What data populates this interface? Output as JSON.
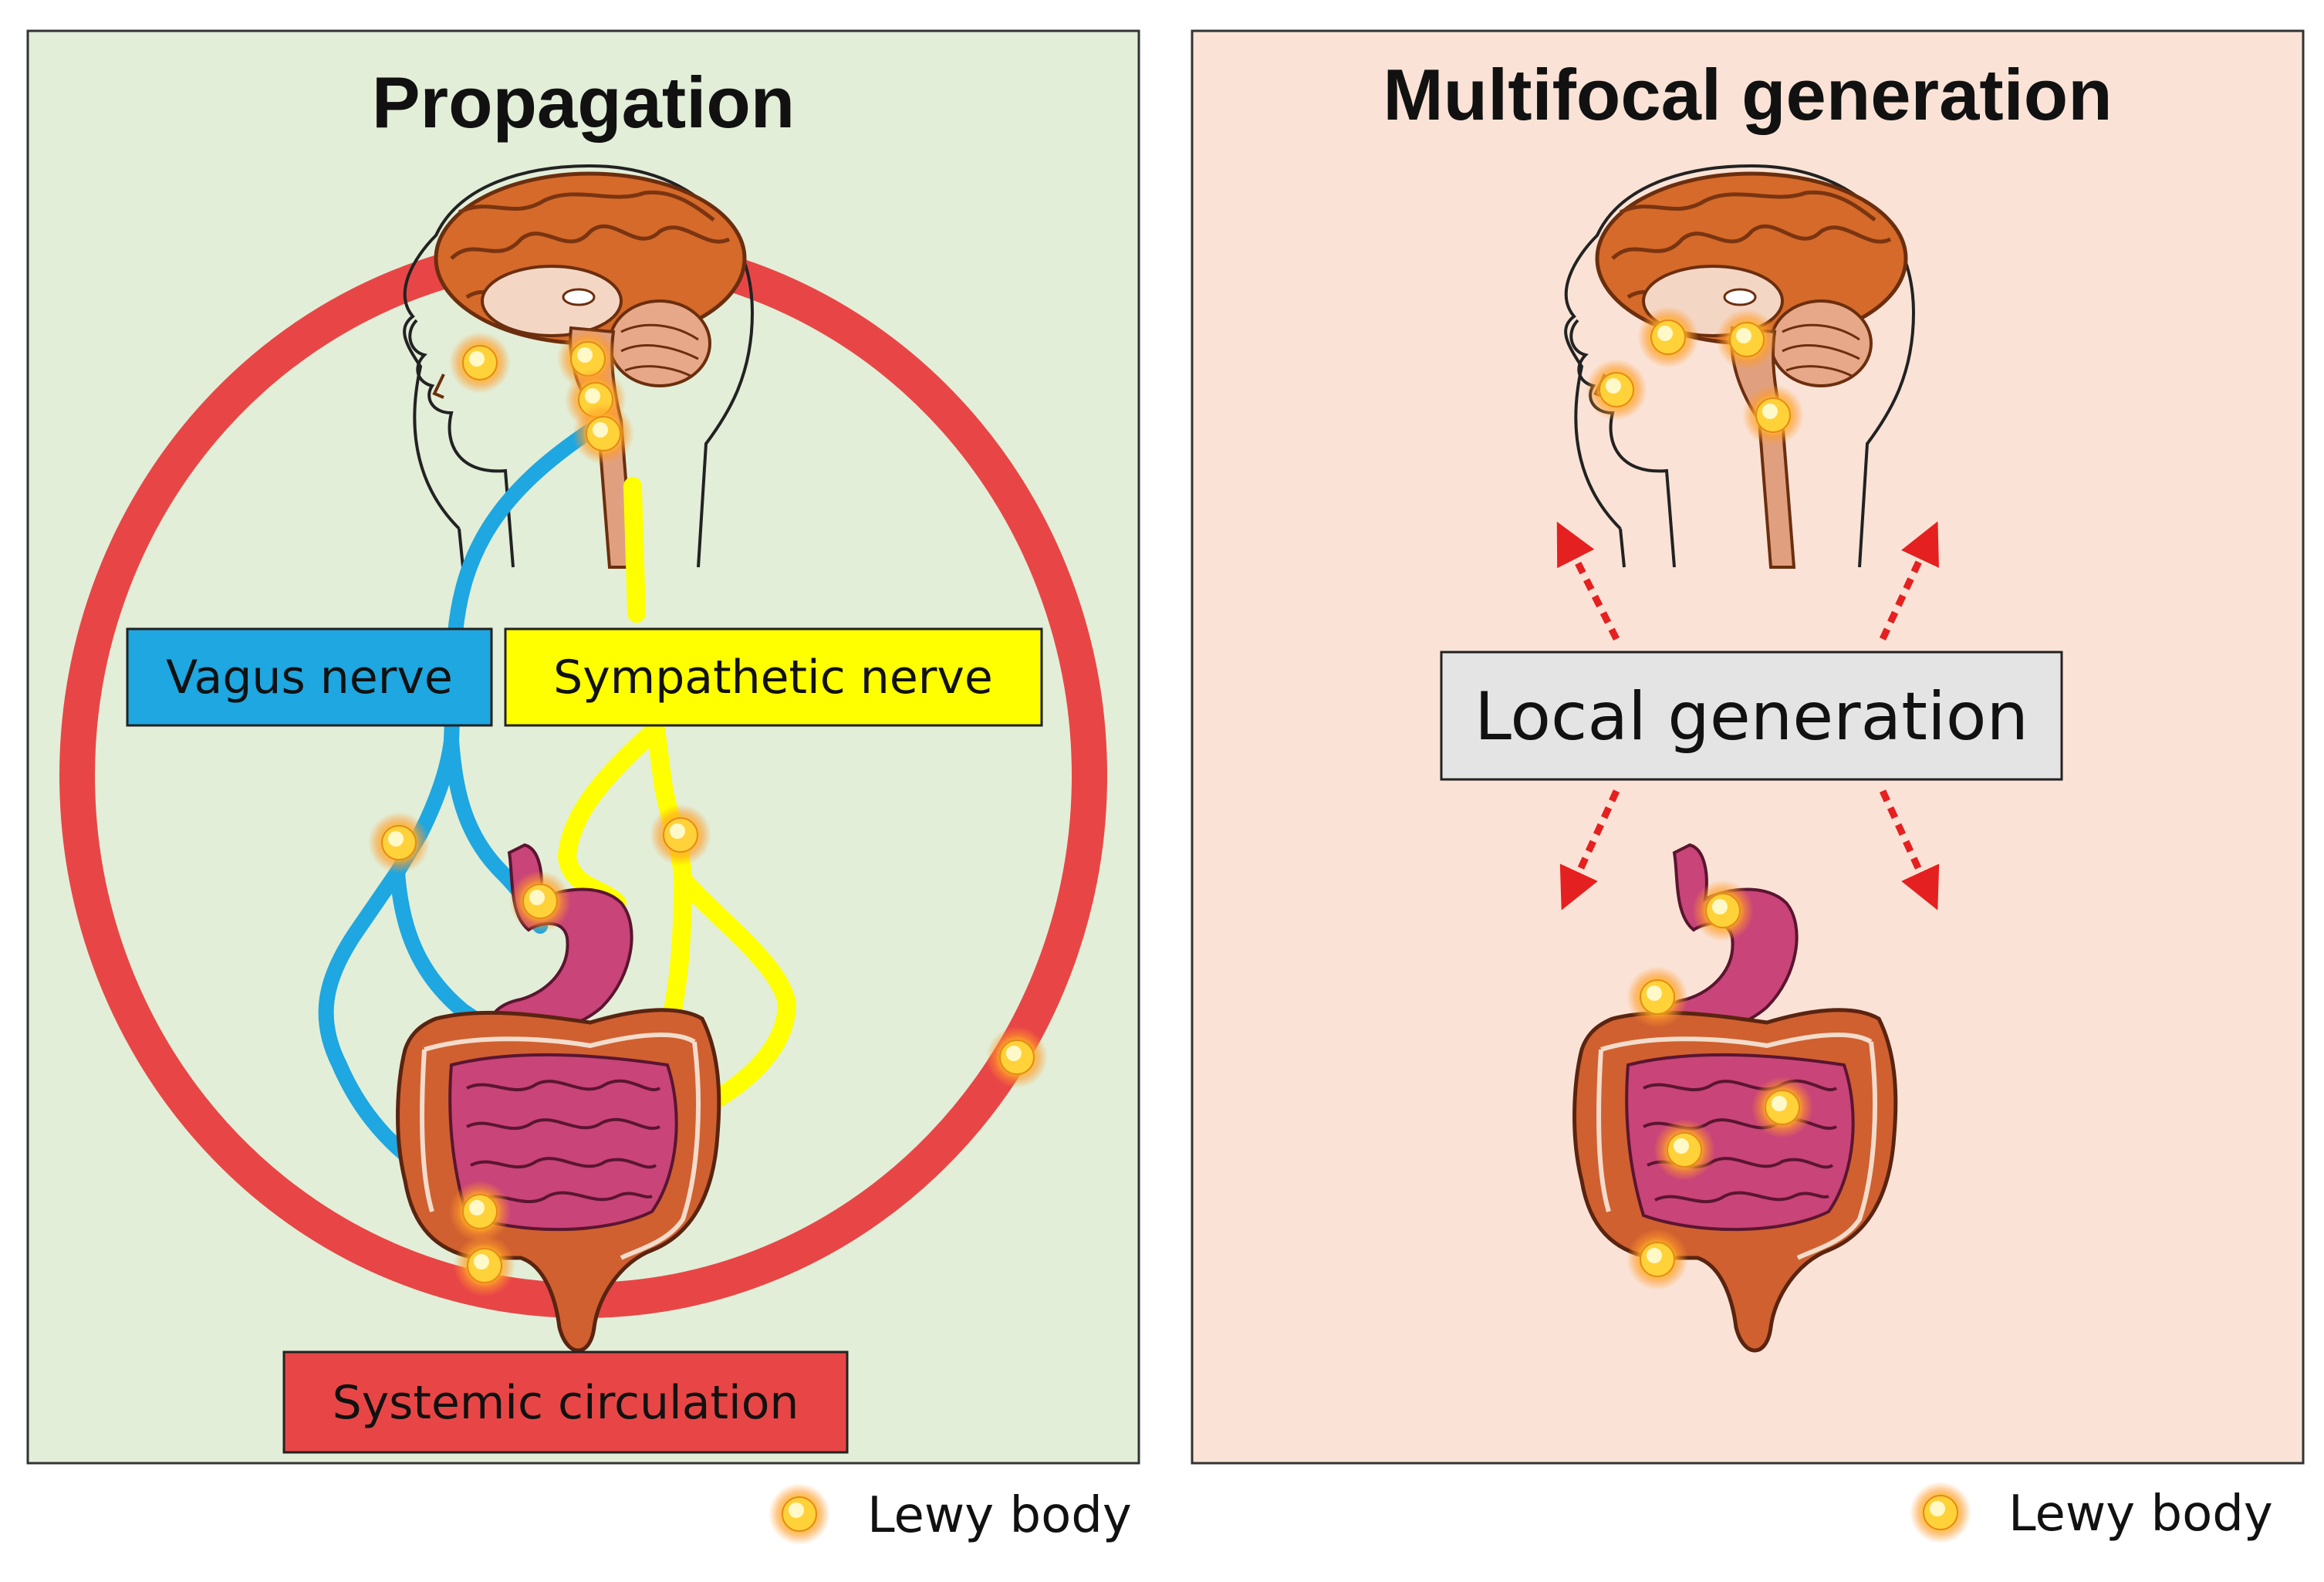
{
  "panels": {
    "propagation": {
      "title": "Propagation",
      "labels": {
        "vagus": "Vagus nerve",
        "sympathetic": "Sympathetic nerve",
        "circulation": "Systemic circulation"
      },
      "legend": "Lewy body"
    },
    "multifocal": {
      "title": "Multifocal generation",
      "labels": {
        "local": "Local generation"
      },
      "legend": "Lewy body"
    }
  },
  "colors": {
    "propagation_bg": "#e2eed8",
    "multifocal_bg": "#fae3d6",
    "vagus": "#1ea7e1",
    "sympathetic": "#ffff00",
    "circulation": "#e84646",
    "local_box": "#e4e4e4",
    "brain": "#d56a2a",
    "stomach": "#c94478",
    "intestine": "#d06030",
    "arrow": "#e52020",
    "lewy_core": "#ffe066",
    "lewy_glow": "#ff9a2a"
  },
  "icons": [
    "head-brain-icon",
    "stomach-icon",
    "intestine-icon",
    "lewy-body-icon",
    "dotted-arrow-icon"
  ]
}
